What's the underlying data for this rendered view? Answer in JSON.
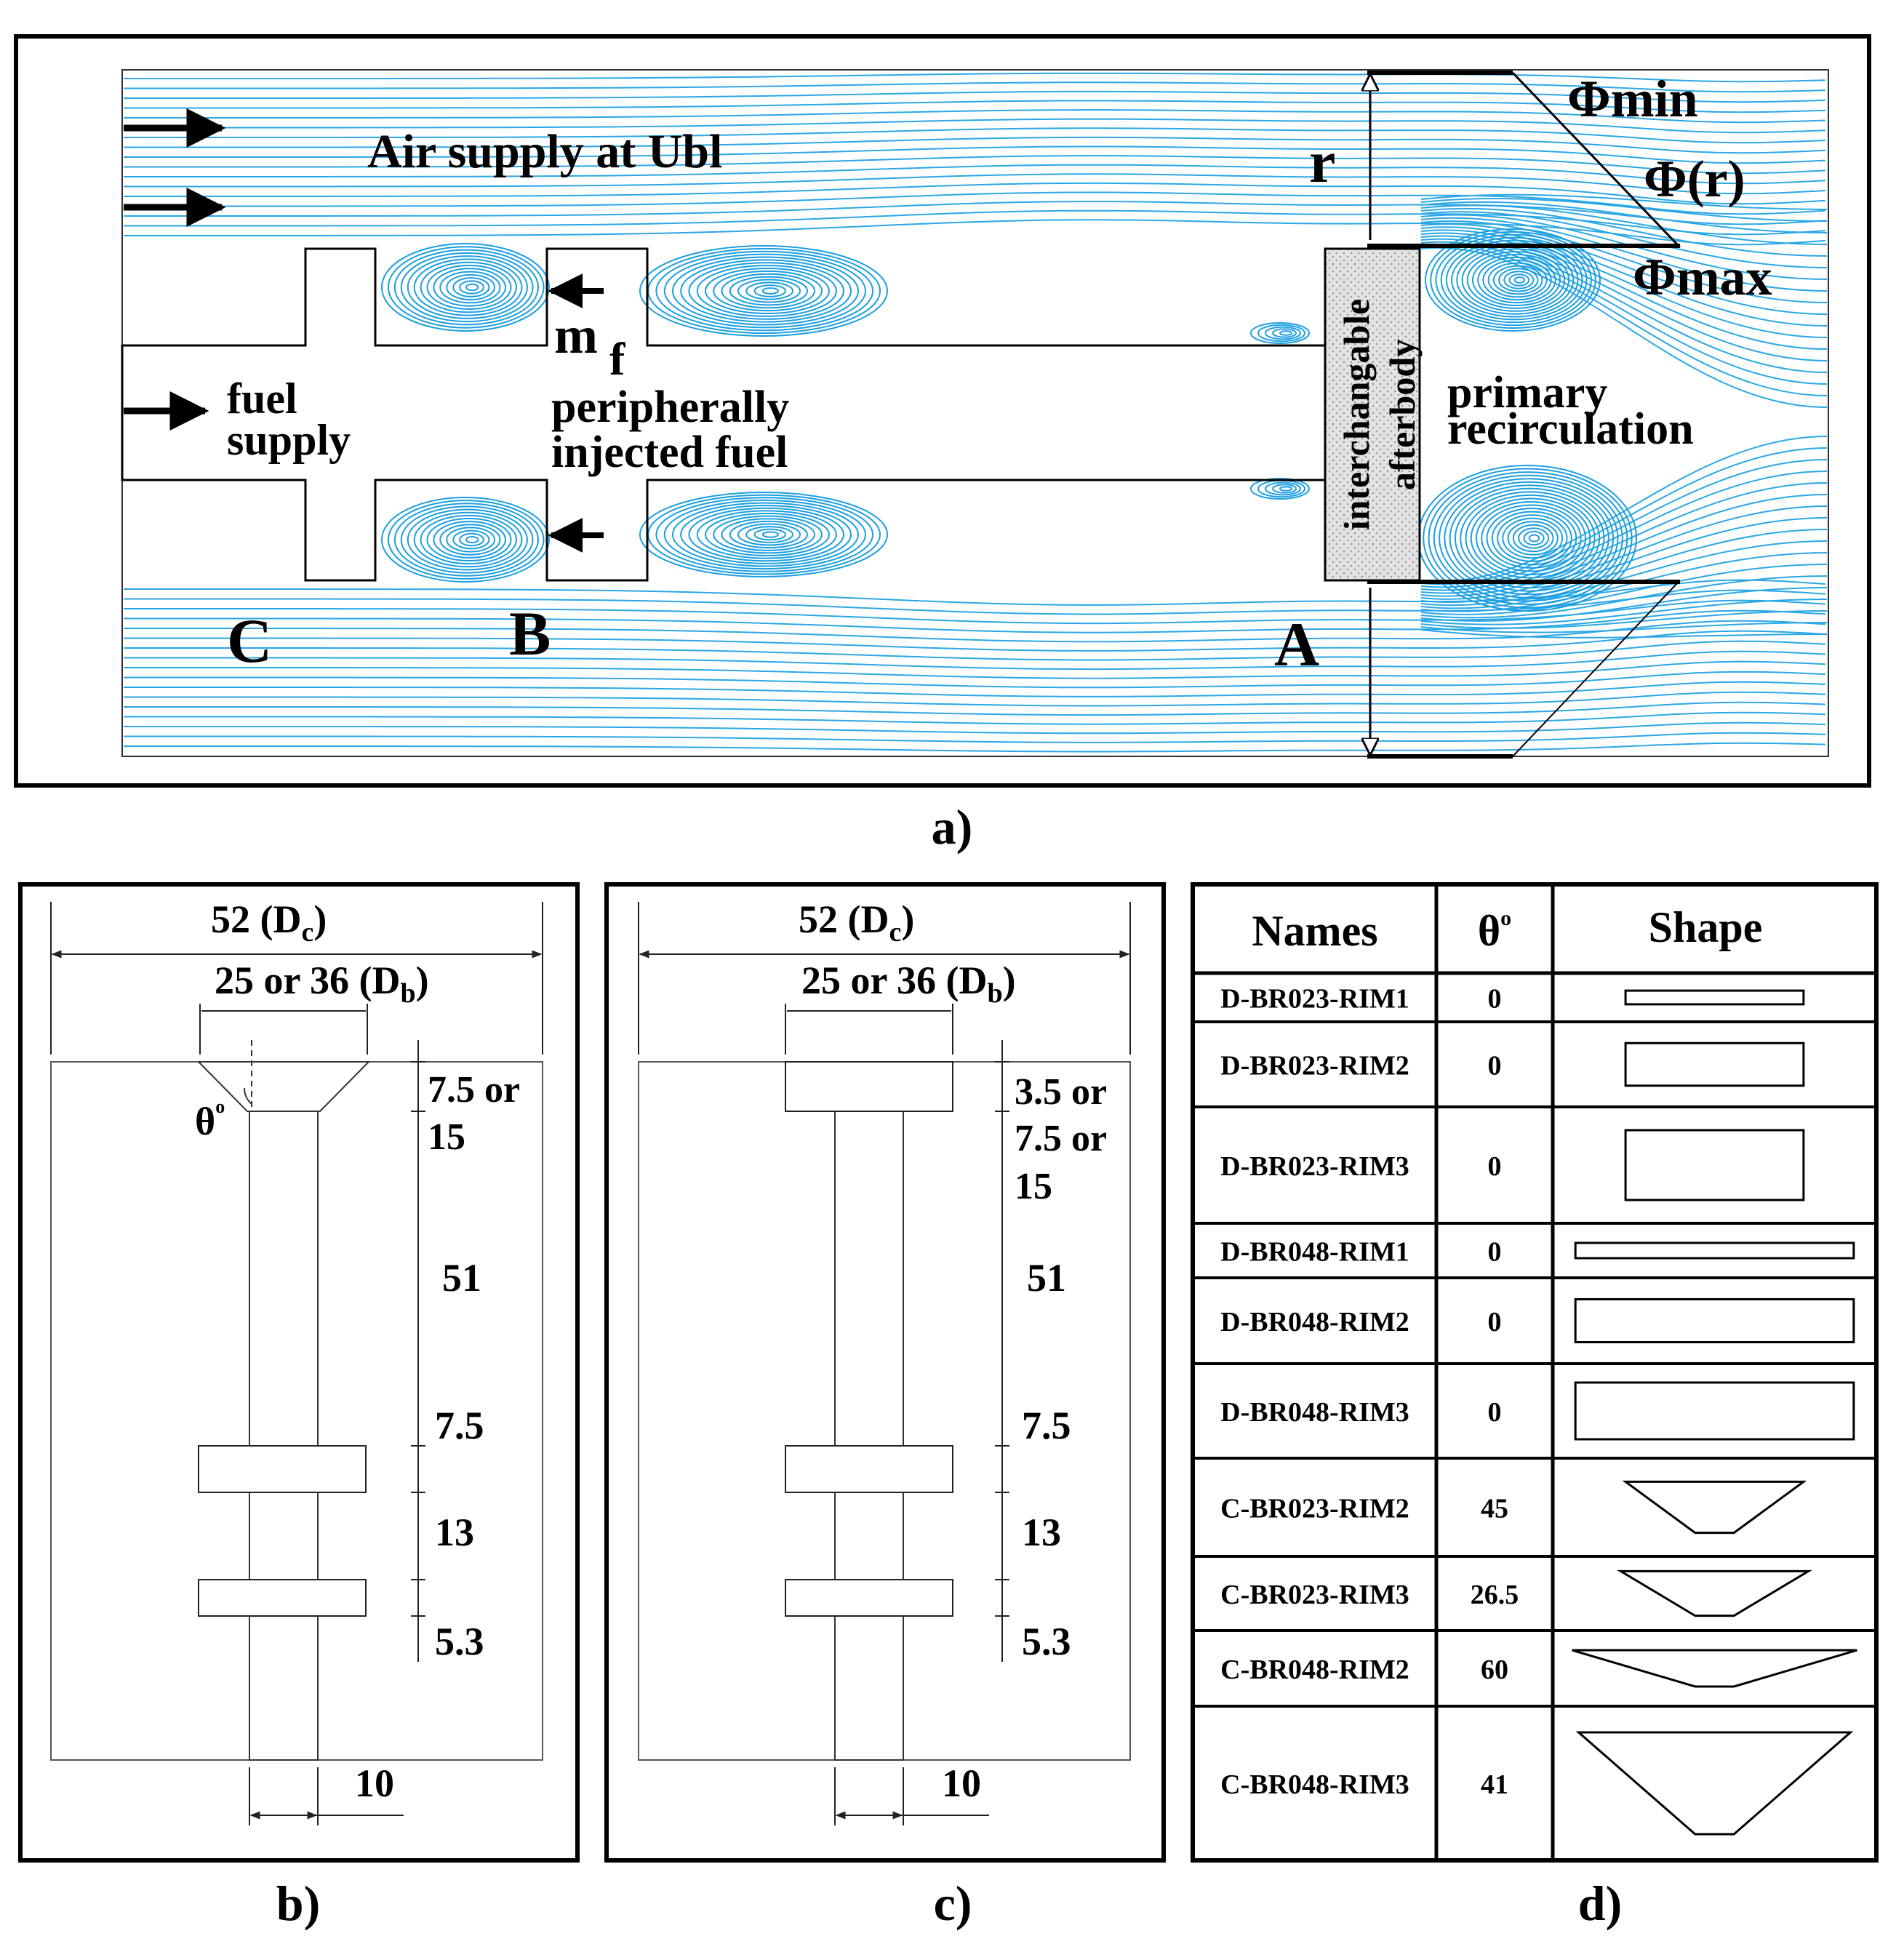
{
  "panel_a": {
    "air_supply": "Air supply at Ubl",
    "fuel_supply_line1": "fuel",
    "fuel_supply_line2": "supply",
    "mf_main": "m",
    "mf_sub": "f",
    "peripheral_line1": "peripherally",
    "peripheral_line2": "injected fuel",
    "afterbody_line1": "interchangable",
    "afterbody_line2": "afterbody",
    "primary_line1": "primary",
    "primary_line2": "recirculation",
    "r_label": "r",
    "phi_min": "Φmin",
    "phi_r": "Φ(r)",
    "phi_max": "Φmax",
    "point_a": "A",
    "point_b": "B",
    "point_c": "C",
    "caption": "a)"
  },
  "panel_b": {
    "dc_main": "52 (D",
    "dc_sub": "c",
    "dc_close": ")",
    "db_main": "25 or 36 (D",
    "db_sub": "b",
    "db_close": ")",
    "theta": "θ",
    "deg": "o",
    "h1_line1": "7.5 or",
    "h1_line2": "15",
    "len_51": "51",
    "len_75": "7.5",
    "len_13": "13",
    "len_53": "5.3",
    "width_10": "10",
    "caption": "b)"
  },
  "panel_c": {
    "dc_main": "52 (D",
    "dc_sub": "c",
    "dc_close": ")",
    "db_main": "25 or 36 (D",
    "db_sub": "b",
    "db_close": ")",
    "h1_line1": "3.5 or",
    "h1_line2": "7.5 or",
    "h1_line3": "15",
    "len_51": "51",
    "len_75": "7.5",
    "len_13": "13",
    "len_53": "5.3",
    "width_10": "10",
    "caption": "c)"
  },
  "panel_d": {
    "header_names": "Names",
    "header_theta": "θ",
    "header_theta_deg": "o",
    "header_shape": "Shape",
    "rows": [
      {
        "name": "D-BR023-RIM1",
        "theta": "0",
        "shape": "rectangle",
        "w": 0.55,
        "h": 0.28
      },
      {
        "name": "D-BR023-RIM2",
        "theta": "0",
        "shape": "rectangle",
        "w": 0.55,
        "h": 0.5
      },
      {
        "name": "D-BR023-RIM3",
        "theta": "0",
        "shape": "rectangle",
        "w": 0.55,
        "h": 0.6
      },
      {
        "name": "D-BR048-RIM1",
        "theta": "0",
        "shape": "rectangle",
        "w": 0.86,
        "h": 0.28
      },
      {
        "name": "D-BR048-RIM2",
        "theta": "0",
        "shape": "rectangle",
        "w": 0.86,
        "h": 0.5
      },
      {
        "name": "D-BR048-RIM3",
        "theta": "0",
        "shape": "rectangle",
        "w": 0.86,
        "h": 0.6
      },
      {
        "name": "C-BR023-RIM2",
        "theta": "45",
        "shape": "trapezoid",
        "w": 0.55,
        "h": 0.52,
        "bottom": 0.12
      },
      {
        "name": "C-BR023-RIM3",
        "theta": "26.5",
        "shape": "trapezoid",
        "w": 0.58,
        "h": 0.6,
        "bottom": 0.12
      },
      {
        "name": "C-BR048-RIM2",
        "theta": "60",
        "shape": "trapezoid",
        "w": 0.88,
        "h": 0.48,
        "bottom": 0.12
      },
      {
        "name": "C-BR048-RIM3",
        "theta": "41",
        "shape": "trapezoid",
        "w": 0.84,
        "h": 0.66,
        "bottom": 0.12
      }
    ],
    "caption": "d)"
  }
}
